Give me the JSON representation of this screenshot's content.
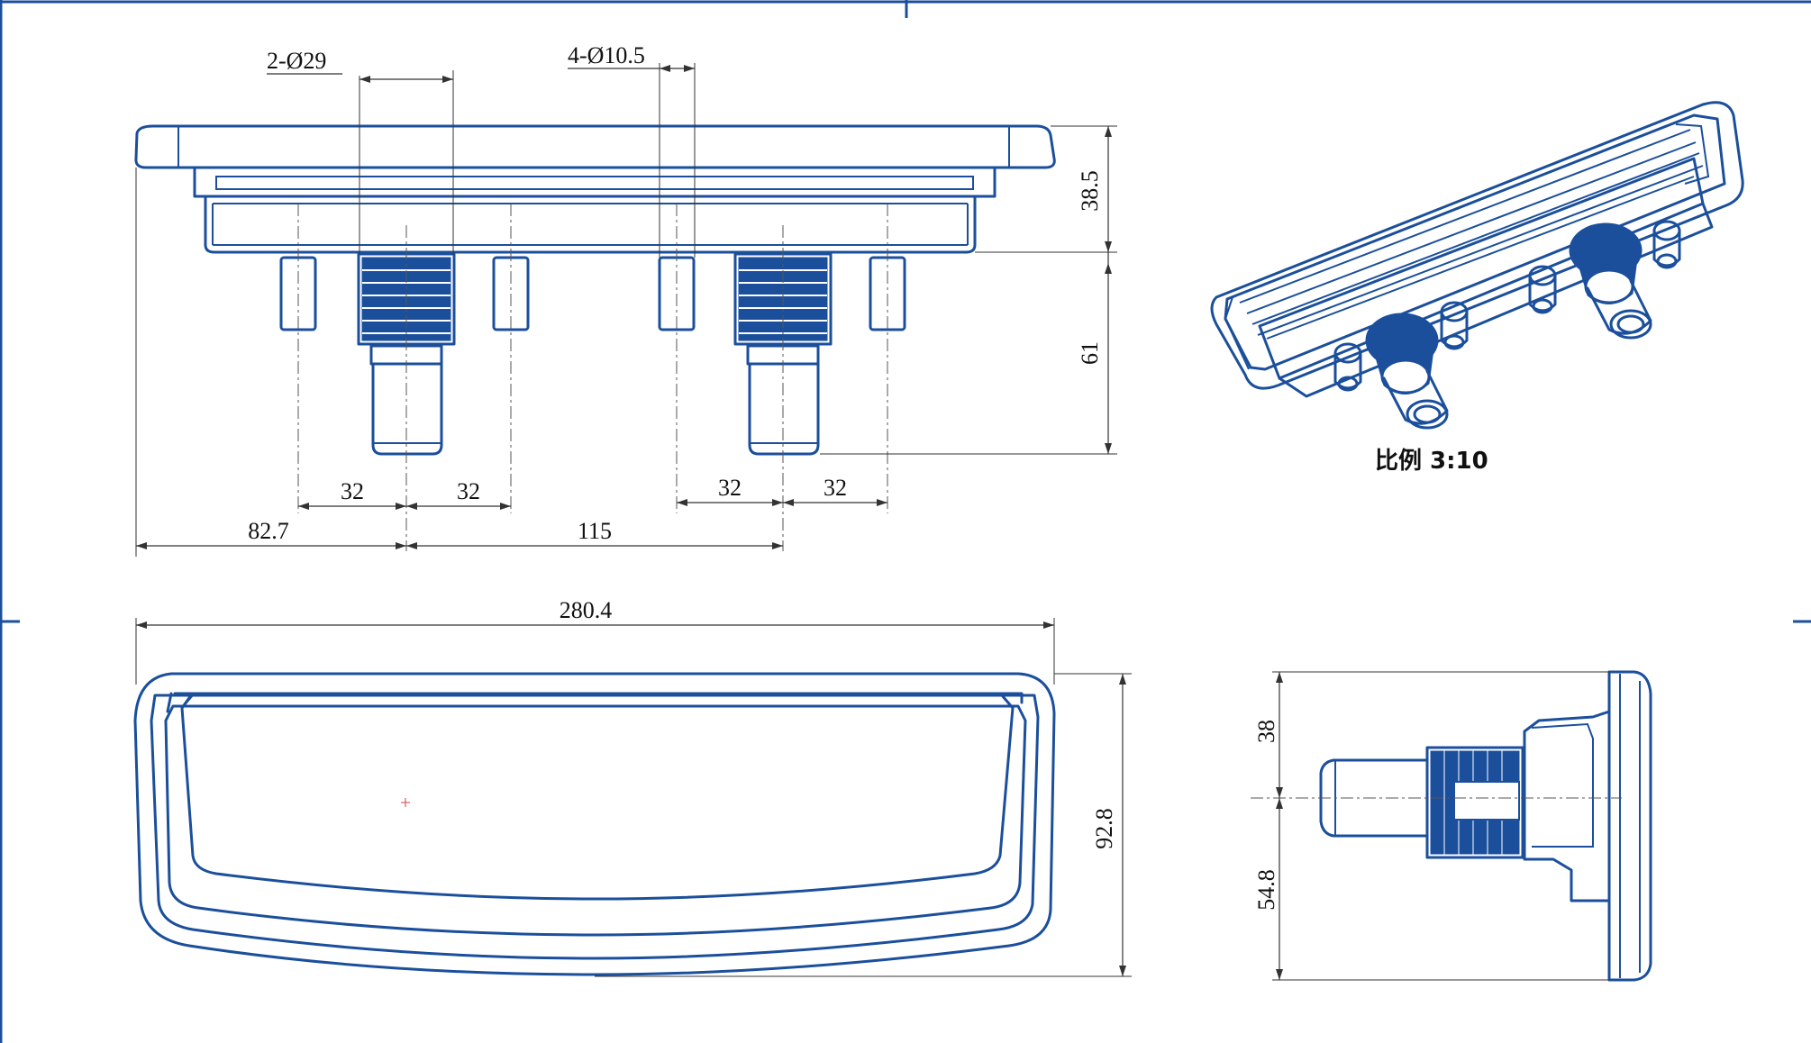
{
  "annotations": {
    "hole_29": "2-Ø29",
    "hole_10_5": "4-Ø10.5"
  },
  "dimensions": {
    "front_height_top": "38.5",
    "front_height_bottom": "61",
    "spacing_a1": "32",
    "spacing_a2": "32",
    "spacing_b1": "32",
    "spacing_b2": "32",
    "offset_left": "82.7",
    "center_distance": "115",
    "overall_width": "280.4",
    "overall_height": "92.8",
    "side_upper": "38",
    "side_lower": "54.8"
  },
  "iso_view": {
    "scale_label": "比例 3:10"
  },
  "colors": {
    "line": "#1b4f9c",
    "dimension": "#333333"
  }
}
